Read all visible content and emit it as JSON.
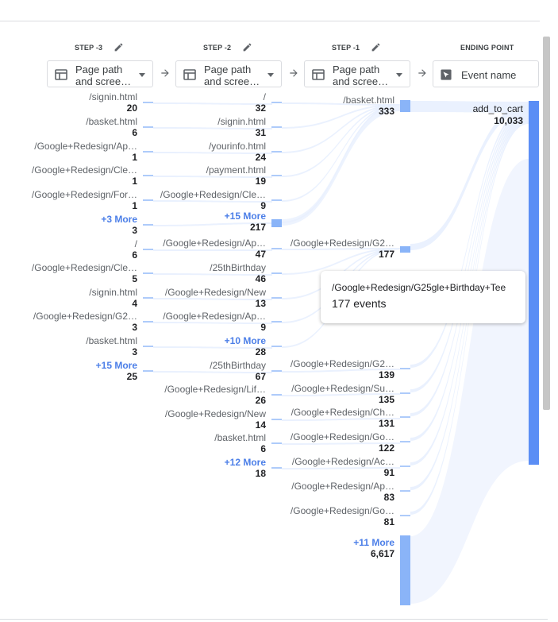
{
  "steps": {
    "step3": {
      "title": "STEP -3",
      "dimension": "Page path\nand scree…"
    },
    "step2": {
      "title": "STEP -2",
      "dimension": "Page path\nand scree…"
    },
    "step1": {
      "title": "STEP -1",
      "dimension": "Page path\nand scree…"
    },
    "ending": {
      "title": "ENDING POINT",
      "dimension": "Event name"
    }
  },
  "col3": [
    {
      "name": "/signin.html",
      "value": "20"
    },
    {
      "name": "/basket.html",
      "value": "6"
    },
    {
      "name": "/Google+Redesign/Ap…",
      "value": "1"
    },
    {
      "name": "/Google+Redesign/Cle…",
      "value": "1"
    },
    {
      "name": "/Google+Redesign/For…",
      "value": "1"
    },
    {
      "name": "+3 More",
      "value": "3",
      "more": true
    },
    {
      "name": "/",
      "value": "6"
    },
    {
      "name": "/Google+Redesign/Cle…",
      "value": "5"
    },
    {
      "name": "/signin.html",
      "value": "4"
    },
    {
      "name": "/Google+Redesign/G2…",
      "value": "3"
    },
    {
      "name": "/basket.html",
      "value": "3"
    },
    {
      "name": "+15 More",
      "value": "25",
      "more": true
    }
  ],
  "col2": [
    {
      "name": "/",
      "value": "32"
    },
    {
      "name": "/signin.html",
      "value": "31"
    },
    {
      "name": "/yourinfo.html",
      "value": "24"
    },
    {
      "name": "/payment.html",
      "value": "19"
    },
    {
      "name": "/Google+Redesign/Cle…",
      "value": "9"
    },
    {
      "name": "+15 More",
      "value": "217",
      "more": true
    },
    {
      "name": "/Google+Redesign/Ap…",
      "value": "47"
    },
    {
      "name": "/25thBirthday",
      "value": "46"
    },
    {
      "name": "/Google+Redesign/New",
      "value": "13"
    },
    {
      "name": "/Google+Redesign/Ap…",
      "value": "9"
    },
    {
      "name": "+10 More",
      "value": "28",
      "more": true
    },
    {
      "name": "/25thBirthday",
      "value": "67"
    },
    {
      "name": "/Google+Redesign/Lif…",
      "value": "26"
    },
    {
      "name": "/Google+Redesign/New",
      "value": "14"
    },
    {
      "name": "/basket.html",
      "value": "6"
    },
    {
      "name": "+12 More",
      "value": "18",
      "more": true
    }
  ],
  "col1": [
    {
      "name": "/basket.html",
      "value": "333"
    },
    {
      "name": "/Google+Redesign/G2…",
      "value": "177"
    },
    {
      "name": "/Google+Redesign/G2…",
      "value": "139"
    },
    {
      "name": "/Google+Redesign/Su…",
      "value": "135"
    },
    {
      "name": "/Google+Redesign/Ch…",
      "value": "131"
    },
    {
      "name": "/Google+Redesign/Go…",
      "value": "122"
    },
    {
      "name": "/Google+Redesign/Ac…",
      "value": "91"
    },
    {
      "name": "/Google+Redesign/Ap…",
      "value": "83"
    },
    {
      "name": "/Google+Redesign/Go…",
      "value": "81"
    },
    {
      "name": "+11 More",
      "value": "6,617",
      "more": true
    }
  ],
  "ending": {
    "name": "add_to_cart",
    "value": "10,033"
  },
  "tooltip": {
    "title": "/Google+Redesign/G25gle+Birthday+Tee",
    "events": "177 events"
  },
  "colors": {
    "bar": "#8ab4f8",
    "end_bar": "#5b8ef5",
    "flow": "#e8f0fe",
    "more": "#4c7fe8"
  },
  "icons": {
    "dimension": "table-icon",
    "event": "cursor-icon",
    "edit": "pencil-icon",
    "arrow": "arrow-right-icon"
  }
}
